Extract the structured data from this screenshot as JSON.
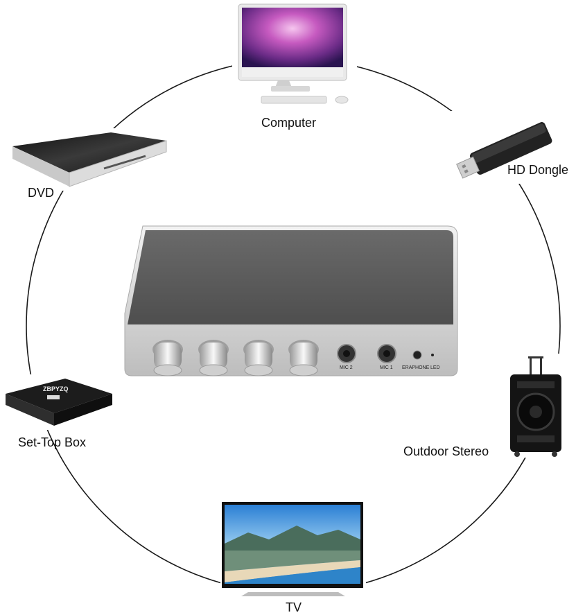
{
  "devices": {
    "computer": {
      "label": "Computer",
      "icon": "desktop-computer-icon"
    },
    "hd_dongle": {
      "label": "HD Dongle",
      "icon": "usb-dongle-icon"
    },
    "dvd": {
      "label": "DVD",
      "icon": "dvd-player-icon"
    },
    "set_top_box": {
      "label": "Set-Top Box",
      "icon": "set-top-box-icon",
      "brand_text": "ZBPYZQ"
    },
    "outdoor_stereo": {
      "label": "Outdoor Stereo",
      "icon": "speaker-icon"
    },
    "tv": {
      "label": "TV",
      "icon": "television-icon"
    }
  },
  "mixer": {
    "ports": {
      "mic2": "MIC 2",
      "mic1": "MIC 1",
      "earphone": "ERAPHONE",
      "led": "LED"
    },
    "knob_count": 4
  },
  "colors": {
    "ring": "#1a1a1a",
    "mixer_top": "#5a5a5a",
    "mixer_body": "#d9d9d9"
  }
}
